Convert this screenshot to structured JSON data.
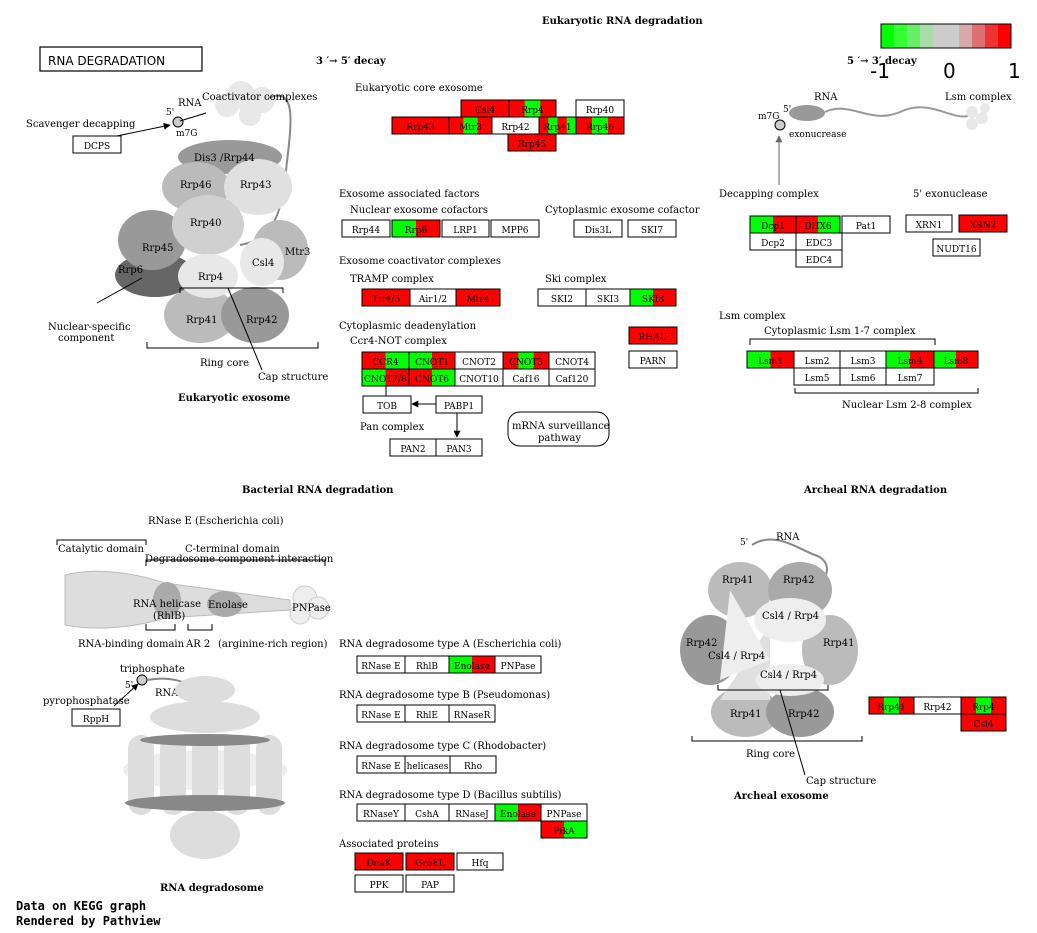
{
  "title": "Eukaryotic RNA degradation",
  "pathway_label": "RNA DEGRADATION",
  "sections": {
    "decay35": "3 ′→ 5′ decay",
    "decay53": "5 ′→ 3′ decay",
    "bacterial": "Bacterial RNA degradation",
    "archeal": "Archeal RNA degradation",
    "euk_exosome": "Eukaryotic exosome",
    "rna_degradosome": "RNA degradosome",
    "archeal_exosome": "Archeal exosome"
  },
  "legend": {
    "colors": [
      "#00ff00",
      "#33ff33",
      "#66ee66",
      "#a8dca8",
      "#cccccc",
      "#cccccc",
      "#d9a8a8",
      "#e07070",
      "#ee3333",
      "#ff0000"
    ],
    "ticks": [
      "-1",
      "0",
      "1"
    ]
  },
  "labels": {
    "eukaryotic_core_exosome": "Eukaryotic core exosome",
    "exosome_associated_factors": "Exosome associated factors",
    "nuclear_exosome_cofactors": "Nuclear exosome cofactors",
    "cytoplasmic_exosome_cofactor": "Cytoplasmic exosome cofactor",
    "exosome_coactivator_complexes": "Exosome coactivator complexes",
    "tramp_complex": "TRAMP complex",
    "ski_complex": "Ski complex",
    "cytoplasmic_deadenylation": "Cytoplasmic deadenylation",
    "ccr4_not_complex": "Ccr4-NOT complex",
    "pan_complex": "Pan complex",
    "mrna_surveillance": "mRNA surveillance",
    "pathway_word": "pathway",
    "decapping_complex": "Decapping complex",
    "five_exonuclease": "5' exonuclease",
    "lsm_complex_title": "Lsm complex",
    "cyto_lsm": "Cytoplasmic Lsm 1-7 complex",
    "nuclear_lsm": "Nuclear Lsm 2-8 complex",
    "rnase_e_ecoli": "RNase E (Escherichia coli)",
    "catalytic_domain": "Catalytic domain",
    "c_terminal_domain": "C-terminal domain",
    "degradosome_interaction": "Degradosome component interaction",
    "rna_binding_domain": "RNA-binding domain",
    "ar2": "AR 2",
    "arginine_rich": "(arginine-rich region)",
    "type_a": "RNA degradosome type A (Escherichia coli)",
    "type_b": "RNA degradosome type B (Pseudomonas)",
    "type_c": "RNA degradosome type C (Rhodobacter)",
    "type_d": "RNA degradosome type D (Bacillus subtilis)",
    "associated_proteins": "Associated proteins",
    "scavenger_decapping": "Scavenger decapping",
    "coactivator_complexes": "Coactivator complexes",
    "rna": "RNA",
    "five_prime": "5'",
    "m7g": "m7G",
    "exonucrease": "exonucrease",
    "lsm_complex_small": "Lsm complex",
    "nuclear_specific": "Nuclear-specific",
    "component": "component",
    "ring_core": "Ring core",
    "cap_structure": "Cap structure",
    "triphosphate": "triphosphate",
    "pyrophosphatase": "pyrophosphatase",
    "rna_helicase": "RNA helicase",
    "rhlb": "(RhlB)",
    "enolase_shape": "Enolase",
    "pnpase_shape": "PNPase",
    "dis3": "Dis3 /Rrp44",
    "rrp46": "Rrp46",
    "rrp43": "Rrp43",
    "rrp40": "Rrp40",
    "rrp45": "Rrp45",
    "rrp6": "Rrp6",
    "rrp4": "Rrp4",
    "csl4": "Csl4",
    "mtr3": "Mtr3",
    "rrp41": "Rrp41",
    "rrp42": "Rrp42",
    "csl4_rrp4": "Csl4 / Rrp4"
  },
  "footer": {
    "line1": "Data on KEGG graph",
    "line2": "Rendered by Pathview"
  },
  "nodes": [
    {
      "id": "Csl4_a",
      "label": "Csl4",
      "colors": [
        "#ff0000"
      ]
    },
    {
      "id": "Rrp4_a",
      "label": "Rrp4",
      "colors": [
        "#ff0000",
        "#00ff00",
        "#ff0000"
      ]
    },
    {
      "id": "Rrp40_a",
      "label": "Rrp40",
      "colors": [
        "#ffffff"
      ]
    },
    {
      "id": "Rrp43_a",
      "label": "Rrp43",
      "colors": [
        "#ff0000"
      ]
    },
    {
      "id": "Mtr3_a",
      "label": "Mtr3",
      "colors": [
        "#ff0000",
        "#00ff00",
        "#ff0000"
      ]
    },
    {
      "id": "Rrp42_a",
      "label": "Rrp42",
      "colors": [
        "#ffffff"
      ]
    },
    {
      "id": "Rrp41_a",
      "label": "Rrp41",
      "colors": [
        "#ff0000",
        "#00ff00",
        "#ff0000",
        "#00ff00"
      ]
    },
    {
      "id": "Rrp46_a",
      "label": "Rrp46",
      "colors": [
        "#ff0000",
        "#00ff00",
        "#ff0000"
      ]
    },
    {
      "id": "Rrp45_a",
      "label": "Rrp45",
      "colors": [
        "#ff0000"
      ]
    },
    {
      "id": "Rrp44",
      "label": "Rrp44",
      "colors": [
        "#ffffff"
      ]
    },
    {
      "id": "Rrp6",
      "label": "Rrp6",
      "colors": [
        "#00ff00",
        "#ff0000"
      ]
    },
    {
      "id": "LRP1",
      "label": "LRP1",
      "colors": [
        "#ffffff"
      ]
    },
    {
      "id": "MPP6",
      "label": "MPP6",
      "colors": [
        "#ffffff"
      ]
    },
    {
      "id": "Dis3L",
      "label": "Dis3L",
      "colors": [
        "#ffffff"
      ]
    },
    {
      "id": "SKI7",
      "label": "SKI7",
      "colors": [
        "#ffffff"
      ]
    },
    {
      "id": "Trf45",
      "label": "Trf4/5",
      "colors": [
        "#ff0000"
      ]
    },
    {
      "id": "Air12",
      "label": "Air1/2",
      "colors": [
        "#ffffff"
      ]
    },
    {
      "id": "Mtr4",
      "label": "Mtr4",
      "colors": [
        "#ff0000"
      ]
    },
    {
      "id": "SKI2",
      "label": "SKI2",
      "colors": [
        "#ffffff"
      ]
    },
    {
      "id": "SKI3",
      "label": "SKI3",
      "colors": [
        "#ffffff"
      ]
    },
    {
      "id": "SKI8",
      "label": "SKI8",
      "colors": [
        "#00ff00",
        "#ff0000"
      ]
    },
    {
      "id": "RHAU",
      "label": "RHAU",
      "colors": [
        "#ff0000"
      ]
    },
    {
      "id": "PARN",
      "label": "PARN",
      "colors": [
        "#ffffff"
      ]
    },
    {
      "id": "CCR4",
      "label": "CCR4",
      "colors": [
        "#ff0000",
        "#00ff00"
      ]
    },
    {
      "id": "CNOT1",
      "label": "CNOT1",
      "colors": [
        "#00ff00",
        "#ff0000"
      ]
    },
    {
      "id": "CNOT2",
      "label": "CNOT2",
      "colors": [
        "#ffffff"
      ]
    },
    {
      "id": "CNOT3",
      "label": "CNOT3",
      "colors": [
        "#ff0000",
        "#00ff00",
        "#ff0000"
      ]
    },
    {
      "id": "CNOT4",
      "label": "CNOT4",
      "colors": [
        "#ffffff"
      ]
    },
    {
      "id": "CNOT78",
      "label": "CNOT7/8",
      "colors": [
        "#00ff00",
        "#ff0000"
      ]
    },
    {
      "id": "CNOT6",
      "label": "CNOT6",
      "colors": [
        "#ff0000",
        "#00ff00"
      ]
    },
    {
      "id": "CNOT10",
      "label": "CNOT10",
      "colors": [
        "#ffffff"
      ]
    },
    {
      "id": "Caf16",
      "label": "Caf16",
      "colors": [
        "#ffffff"
      ]
    },
    {
      "id": "Caf120",
      "label": "Caf120",
      "colors": [
        "#ffffff"
      ]
    },
    {
      "id": "TOB",
      "label": "TOB",
      "colors": [
        "#ffffff"
      ]
    },
    {
      "id": "PABP1",
      "label": "PABP1",
      "colors": [
        "#ffffff"
      ]
    },
    {
      "id": "PAN2",
      "label": "PAN2",
      "colors": [
        "#ffffff"
      ]
    },
    {
      "id": "PAN3",
      "label": "PAN3",
      "colors": [
        "#ffffff"
      ]
    },
    {
      "id": "DCPS",
      "label": "DCPS",
      "colors": [
        "#ffffff"
      ]
    },
    {
      "id": "Dcp1",
      "label": "Dcp1",
      "colors": [
        "#00ff00",
        "#ff0000"
      ]
    },
    {
      "id": "DHH1",
      "label": "DHX6",
      "colors": [
        "#ff0000",
        "#00ff00"
      ]
    },
    {
      "id": "Pat1",
      "label": "Pat1",
      "colors": [
        "#ffffff"
      ]
    },
    {
      "id": "Dcp2",
      "label": "Dcp2",
      "colors": [
        "#ffffff"
      ]
    },
    {
      "id": "EDC3",
      "label": "EDC3",
      "colors": [
        "#ffffff"
      ]
    },
    {
      "id": "EDC4",
      "label": "EDC4",
      "colors": [
        "#ffffff"
      ]
    },
    {
      "id": "XRN1",
      "label": "XRN1",
      "colors": [
        "#ffffff"
      ]
    },
    {
      "id": "XRN2",
      "label": "XRN2",
      "colors": [
        "#ff0000"
      ]
    },
    {
      "id": "NUDT16",
      "label": "NUDT16",
      "colors": [
        "#ffffff"
      ]
    },
    {
      "id": "Lsm1",
      "label": "Lsm1",
      "colors": [
        "#00ff00",
        "#ff0000"
      ]
    },
    {
      "id": "Lsm2",
      "label": "Lsm2",
      "colors": [
        "#ffffff"
      ]
    },
    {
      "id": "Lsm3",
      "label": "Lsm3",
      "colors": [
        "#ffffff"
      ]
    },
    {
      "id": "Lsm4",
      "label": "Lsm4",
      "colors": [
        "#00ff00",
        "#ff0000"
      ]
    },
    {
      "id": "Lsm8",
      "label": "Lsm8",
      "colors": [
        "#00ff00",
        "#ff0000"
      ]
    },
    {
      "id": "Lsm5",
      "label": "Lsm5",
      "colors": [
        "#ffffff"
      ]
    },
    {
      "id": "Lsm6",
      "label": "Lsm6",
      "colors": [
        "#ffffff"
      ]
    },
    {
      "id": "Lsm7",
      "label": "Lsm7",
      "colors": [
        "#ffffff"
      ]
    },
    {
      "id": "RNaseE_a",
      "label": "RNase E",
      "colors": [
        "#ffffff"
      ]
    },
    {
      "id": "RhlB_a",
      "label": "RhlB",
      "colors": [
        "#ffffff"
      ]
    },
    {
      "id": "Enolase_a",
      "label": "Enolase",
      "colors": [
        "#00ff00",
        "#ff0000"
      ]
    },
    {
      "id": "PNPase_a",
      "label": "PNPase",
      "colors": [
        "#ffffff"
      ]
    },
    {
      "id": "RNaseE_b",
      "label": "RNase E",
      "colors": [
        "#ffffff"
      ]
    },
    {
      "id": "RhlE_b",
      "label": "RhlE",
      "colors": [
        "#ffffff"
      ]
    },
    {
      "id": "RNaseR_b",
      "label": "RNaseR",
      "colors": [
        "#ffffff"
      ]
    },
    {
      "id": "RNaseE_c",
      "label": "RNase E",
      "colors": [
        "#ffffff"
      ]
    },
    {
      "id": "helicases_c",
      "label": "helicases",
      "colors": [
        "#ffffff"
      ]
    },
    {
      "id": "Rho_c",
      "label": "Rho",
      "colors": [
        "#ffffff"
      ]
    },
    {
      "id": "RNaseY_d",
      "label": "RNaseY",
      "colors": [
        "#ffffff"
      ]
    },
    {
      "id": "CshA_d",
      "label": "CshA",
      "colors": [
        "#ffffff"
      ]
    },
    {
      "id": "RNaseJ_d",
      "label": "RNaseJ",
      "colors": [
        "#ffffff"
      ]
    },
    {
      "id": "Enolase_d",
      "label": "Enolase",
      "colors": [
        "#00ff00",
        "#ff0000"
      ]
    },
    {
      "id": "PNPase_d",
      "label": "PNPase",
      "colors": [
        "#ffffff"
      ]
    },
    {
      "id": "PfkA_d",
      "label": "PfkA",
      "colors": [
        "#ff0000",
        "#00ff00"
      ]
    },
    {
      "id": "DnaK",
      "label": "DnaK",
      "colors": [
        "#ff0000"
      ]
    },
    {
      "id": "GroEL",
      "label": "GroEL",
      "colors": [
        "#ff0000"
      ]
    },
    {
      "id": "Hfq",
      "label": "Hfq",
      "colors": [
        "#ffffff"
      ]
    },
    {
      "id": "PPK",
      "label": "PPK",
      "colors": [
        "#ffffff"
      ]
    },
    {
      "id": "PAP",
      "label": "PAP",
      "colors": [
        "#ffffff"
      ]
    },
    {
      "id": "RppH",
      "label": "RppH",
      "colors": [
        "#ffffff"
      ]
    },
    {
      "id": "Rrp41_arch",
      "label": "Rrp41",
      "colors": [
        "#ff0000",
        "#00ff00",
        "#ff0000"
      ]
    },
    {
      "id": "Rrp42_arch",
      "label": "Rrp42",
      "colors": [
        "#ffffff"
      ]
    },
    {
      "id": "Rrp4_arch",
      "label": "Rrp4",
      "colors": [
        "#ff0000",
        "#00ff00",
        "#ff0000"
      ]
    },
    {
      "id": "Csl4_arch",
      "label": "Csl4",
      "colors": [
        "#ff0000"
      ]
    }
  ]
}
